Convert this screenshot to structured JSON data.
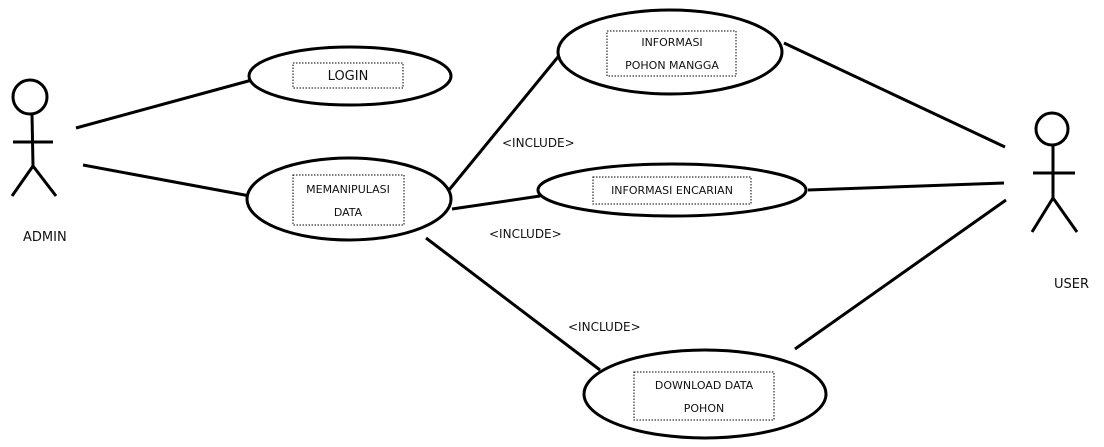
{
  "diagram": {
    "actors": {
      "admin": {
        "label": "ADMIN"
      },
      "user": {
        "label": "USER"
      }
    },
    "use_cases": {
      "login": {
        "line1": "LOGIN"
      },
      "memanipulasi": {
        "line1": "MEMANIPULASI",
        "line2": "DATA"
      },
      "informasi_pohon": {
        "line1": "INFORMASI",
        "line2": "POHON MANGGA"
      },
      "informasi_encarian": {
        "line1": "INFORMASI ENCARIAN"
      },
      "download": {
        "line1": "DOWNLOAD DATA",
        "line2": "POHON"
      }
    },
    "relations": {
      "include_1": "<INCLUDE>",
      "include_2": "<INCLUDE>",
      "include_3": "<INCLUDE>"
    }
  }
}
